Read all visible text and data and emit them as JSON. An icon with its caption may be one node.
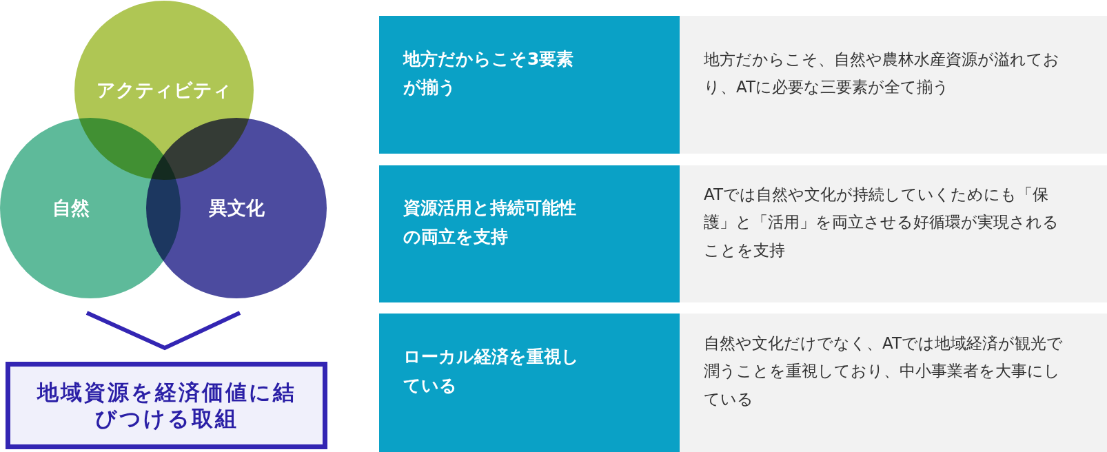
{
  "diagram": {
    "nodes": [
      {
        "text": [
          "アクティビティ"
        ]
      },
      {
        "text": [
          "自然"
        ]
      },
      {
        "text": [
          "異文化"
        ]
      },
      {
        "text": [
          "地域資源を経済価値に結びつける取組"
        ]
      },
      {
        "text": [
          "地方だからこそ3要素が揃う"
        ]
      },
      {
        "text": [
          "地方だからこそ、自然や農林水産資源が溢れており、ATに必要な三要素が全て揃う"
        ]
      },
      {
        "text": [
          "資源活用と持続可能性の両立を支持"
        ]
      },
      {
        "text": [
          "ATでは自然や文化が持続していくためにも「保護」と「活用」を両立させる好循環が実現されることを支持"
        ]
      },
      {
        "text": [
          "ローカル経済を重視している"
        ]
      },
      {
        "text": [
          "自然や文化だけでなく、ATでは地域経済が観光で潤うことを重視しており、中小事業者を大事にしている"
        ]
      }
    ]
  }
}
